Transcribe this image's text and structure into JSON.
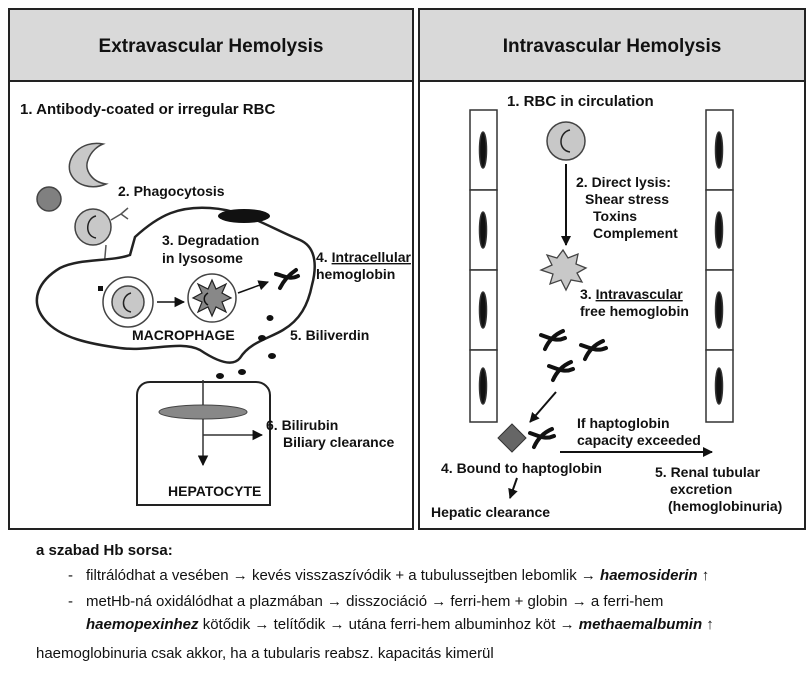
{
  "left_panel": {
    "header": "Extravascular Hemolysis",
    "step1": "1. Antibody-coated or irregular RBC",
    "step2": "2. Phagocytosis",
    "step3_line1": "3. Degradation",
    "step3_line2": "in lysosome",
    "step4_prefix": "4. ",
    "step4_u": "Intracellular",
    "step4_line2": "hemoglobin",
    "macrophage": "MACROPHAGE",
    "step5": "5. Biliverdin",
    "step6_line1": "6. Bilirubin",
    "step6_line2": "Biliary clearance",
    "hepatocyte": "HEPATOCYTE"
  },
  "right_panel": {
    "header": "Intravascular Hemolysis",
    "step1": "1. RBC in circulation",
    "step2_line1": "2. Direct lysis:",
    "step2_line2": "Shear stress",
    "step2_line3": "Toxins",
    "step2_line4": "Complement",
    "step3_prefix": "3. ",
    "step3_u": "Intravascular",
    "step3_line2": "free hemoglobin",
    "step4": "4. Bound to haptoglobin",
    "hepatic": "Hepatic clearance",
    "exceed_line1": "If haptoglobin",
    "exceed_line2": "capacity exceeded",
    "step5_line1": "5. Renal tubular",
    "step5_line2": "excretion",
    "step5_line3": "(hemoglobinuria)"
  },
  "notes": {
    "title": "a szabad Hb sorsa:",
    "bullet": "-",
    "arrow": "→",
    "up": "↑",
    "b1_a": "filtrálódhat a vesében",
    "b1_b": "kevés visszaszívódik + a tubulussejtben lebomlik",
    "b1_c": "haemosiderin",
    "b2_a": "metHb-ná oxidálódhat a plazmában",
    "b2_b": "disszociáció",
    "b2_c": "ferri-hem + globin",
    "b2_d": "a ferri-hem",
    "b2_e": "haemopexinhez",
    "b2_f": "kötődik",
    "b2_g": "telítődik",
    "b2_h": "utána ferri-hem albuminhoz köt",
    "b2_i": "methaemalbumin",
    "last": "haemoglobinuria csak akkor, ha a tubularis reabsz. kapacitás kimerül"
  },
  "colors": {
    "header_bg": "#d9d9d9",
    "rbc_fill": "#c8c8c8",
    "dark_fill": "#111111",
    "diamond": "#666666",
    "grey_dot": "#808080"
  }
}
